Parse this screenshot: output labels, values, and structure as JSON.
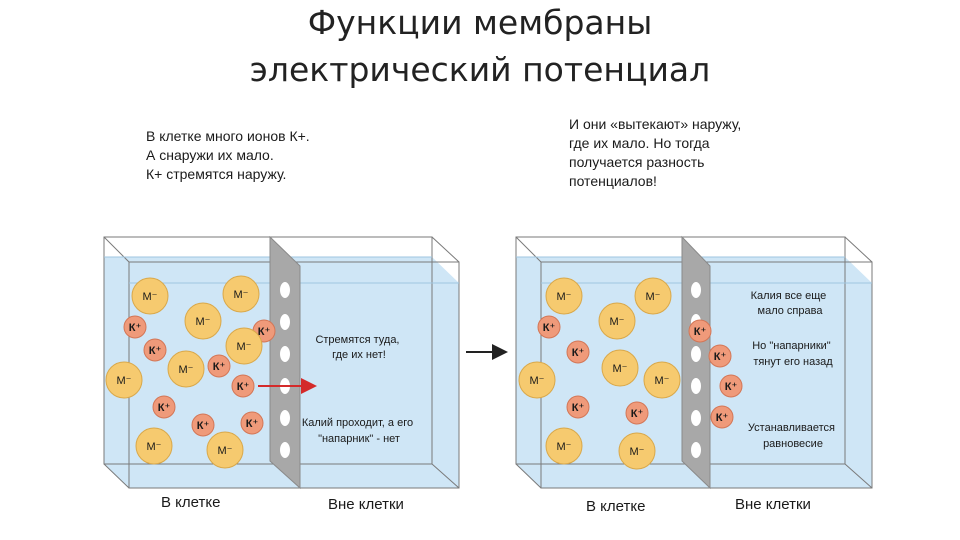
{
  "title": {
    "line1": "Функции мембраны",
    "line2": "электрический потенциал"
  },
  "note_left": [
    "В клетке много ионов К+.",
    "А снаружи их мало.",
    "К+ стремятся наружу."
  ],
  "note_right": [
    "И они «вытекают» наружу,",
    "где их мало. Но тогда",
    "получается разность",
    "потенциалов!"
  ],
  "ion_labels": {
    "anion": "М⁻",
    "potassium": "К⁺"
  },
  "left_panel": {
    "label_inside": "В клетке",
    "label_outside": "Вне клетки",
    "text_1": [
      "Стремятся туда,",
      "где их нет!"
    ],
    "text_2": [
      "Калий проходит, а его",
      "\"напарник\" - нет"
    ]
  },
  "right_panel": {
    "label_inside": "В клетке",
    "label_outside": "Вне клетки",
    "text_1": [
      "Калия все еще",
      "мало справа"
    ],
    "text_2": [
      "Но \"напарники\"",
      "тянут его назад"
    ],
    "text_3": [
      "Устанавливается",
      "равновесие"
    ]
  },
  "colors": {
    "water": "#cfe6f6",
    "water_edge": "#7a7a7a",
    "membrane": "#a8a8a8",
    "anion": "#f6ca6f",
    "potassium": "#ef9a7a",
    "arrow": "#d42a2a"
  }
}
